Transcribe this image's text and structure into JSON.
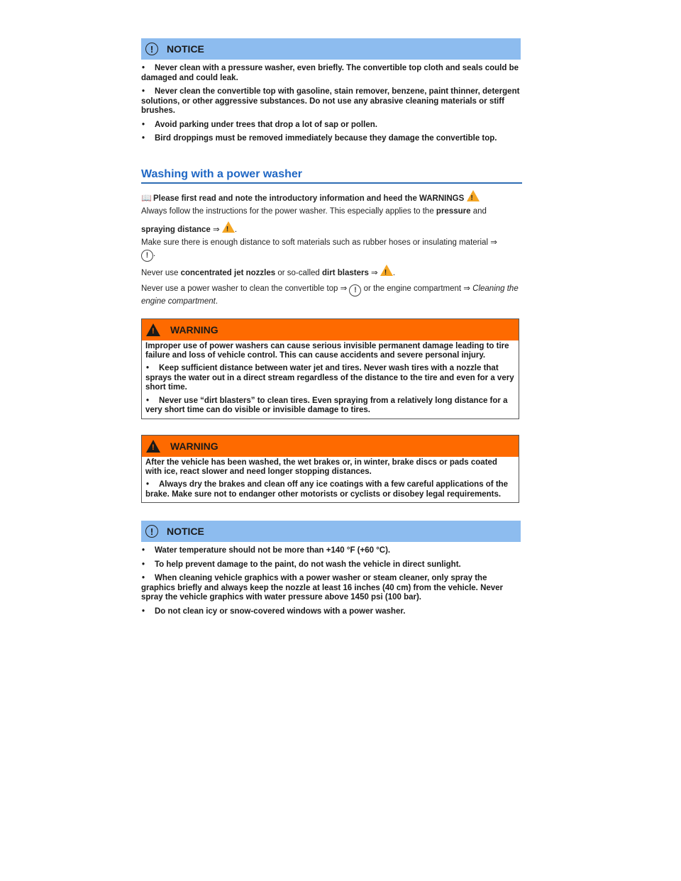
{
  "notice1": {
    "title": "NOTICE",
    "items": [
      "Never clean with a pressure washer, even briefly. The convertible top cloth and seals could be damaged and could leak.",
      "Never clean the convertible top with gasoline, stain remover, benzene, paint thinner, detergent solutions, or other aggressive substances. Do not use any abrasive cleaning materials or stiff brushes.",
      "Avoid parking under trees that drop a lot of sap or pollen.",
      "Bird droppings must be removed immediately because they damage the convertible top."
    ]
  },
  "section": {
    "title": "Washing with a power washer",
    "intro": "Please first read and note the introductory information and heed the WARNINGS",
    "p1_a": "Always follow the instructions for the power washer. This especially applies to the ",
    "p1_b": "pressure",
    "p1_c": " and",
    "p1_d": "spraying distance",
    "p1_e": " ⇒ ",
    "p2": "Make sure there is enough distance to soft materials such as rubber hoses or insulating material ⇒",
    "p3_a": "Never use ",
    "p3_b": "concentrated jet nozzles",
    "p3_c": " or so-called ",
    "p3_d": "dirt blasters",
    "p3_e": " ⇒ ",
    "p4_a": "Never use a power washer to clean the convertible top ⇒ ",
    "p4_b": " or the engine compartment ⇒ ",
    "p4_c": "Cleaning the engine compartment",
    "arrow": "⇒",
    "period": "."
  },
  "warning1": {
    "title": "WARNING",
    "body": "Improper use of power washers can cause serious invisible permanent damage leading to tire failure and loss of vehicle control. This can cause accidents and severe personal injury.",
    "items": [
      "Keep sufficient distance between water jet and tires. Never wash tires with a nozzle that sprays the water out in a direct stream regardless of the distance to the tire and even for a very short time.",
      "Never use “dirt blasters” to clean tires. Even spraying from a relatively long distance for a very short time can do visible or invisible damage to tires."
    ]
  },
  "warning2": {
    "title": "WARNING",
    "body": "After the vehicle has been washed, the wet brakes or, in winter, brake discs or pads coated with ice, react slower and need longer stopping distances.",
    "items": [
      "Always dry the brakes and clean off any ice coatings with a few careful applications of the brake. Make sure not to endanger other motorists or cyclists or disobey legal requirements."
    ]
  },
  "notice2": {
    "title": "NOTICE",
    "items": [
      "Water temperature should not be more than +140 °F (+60 °C).",
      "To help prevent damage to the paint, do not wash the vehicle in direct sunlight.",
      "When cleaning vehicle graphics with a power washer or steam cleaner, only spray the graphics briefly and always keep the nozzle at least 16 inches (40 cm) from the vehicle. Never spray the vehicle graphics with water pressure above 1450 psi (100 bar).",
      "Do not clean icy or snow-covered windows with a power washer."
    ]
  },
  "bullet": "•",
  "icons": {
    "notice": "exclamation-circle-icon",
    "warning": "warning-triangle-icon",
    "book": "book-icon"
  }
}
